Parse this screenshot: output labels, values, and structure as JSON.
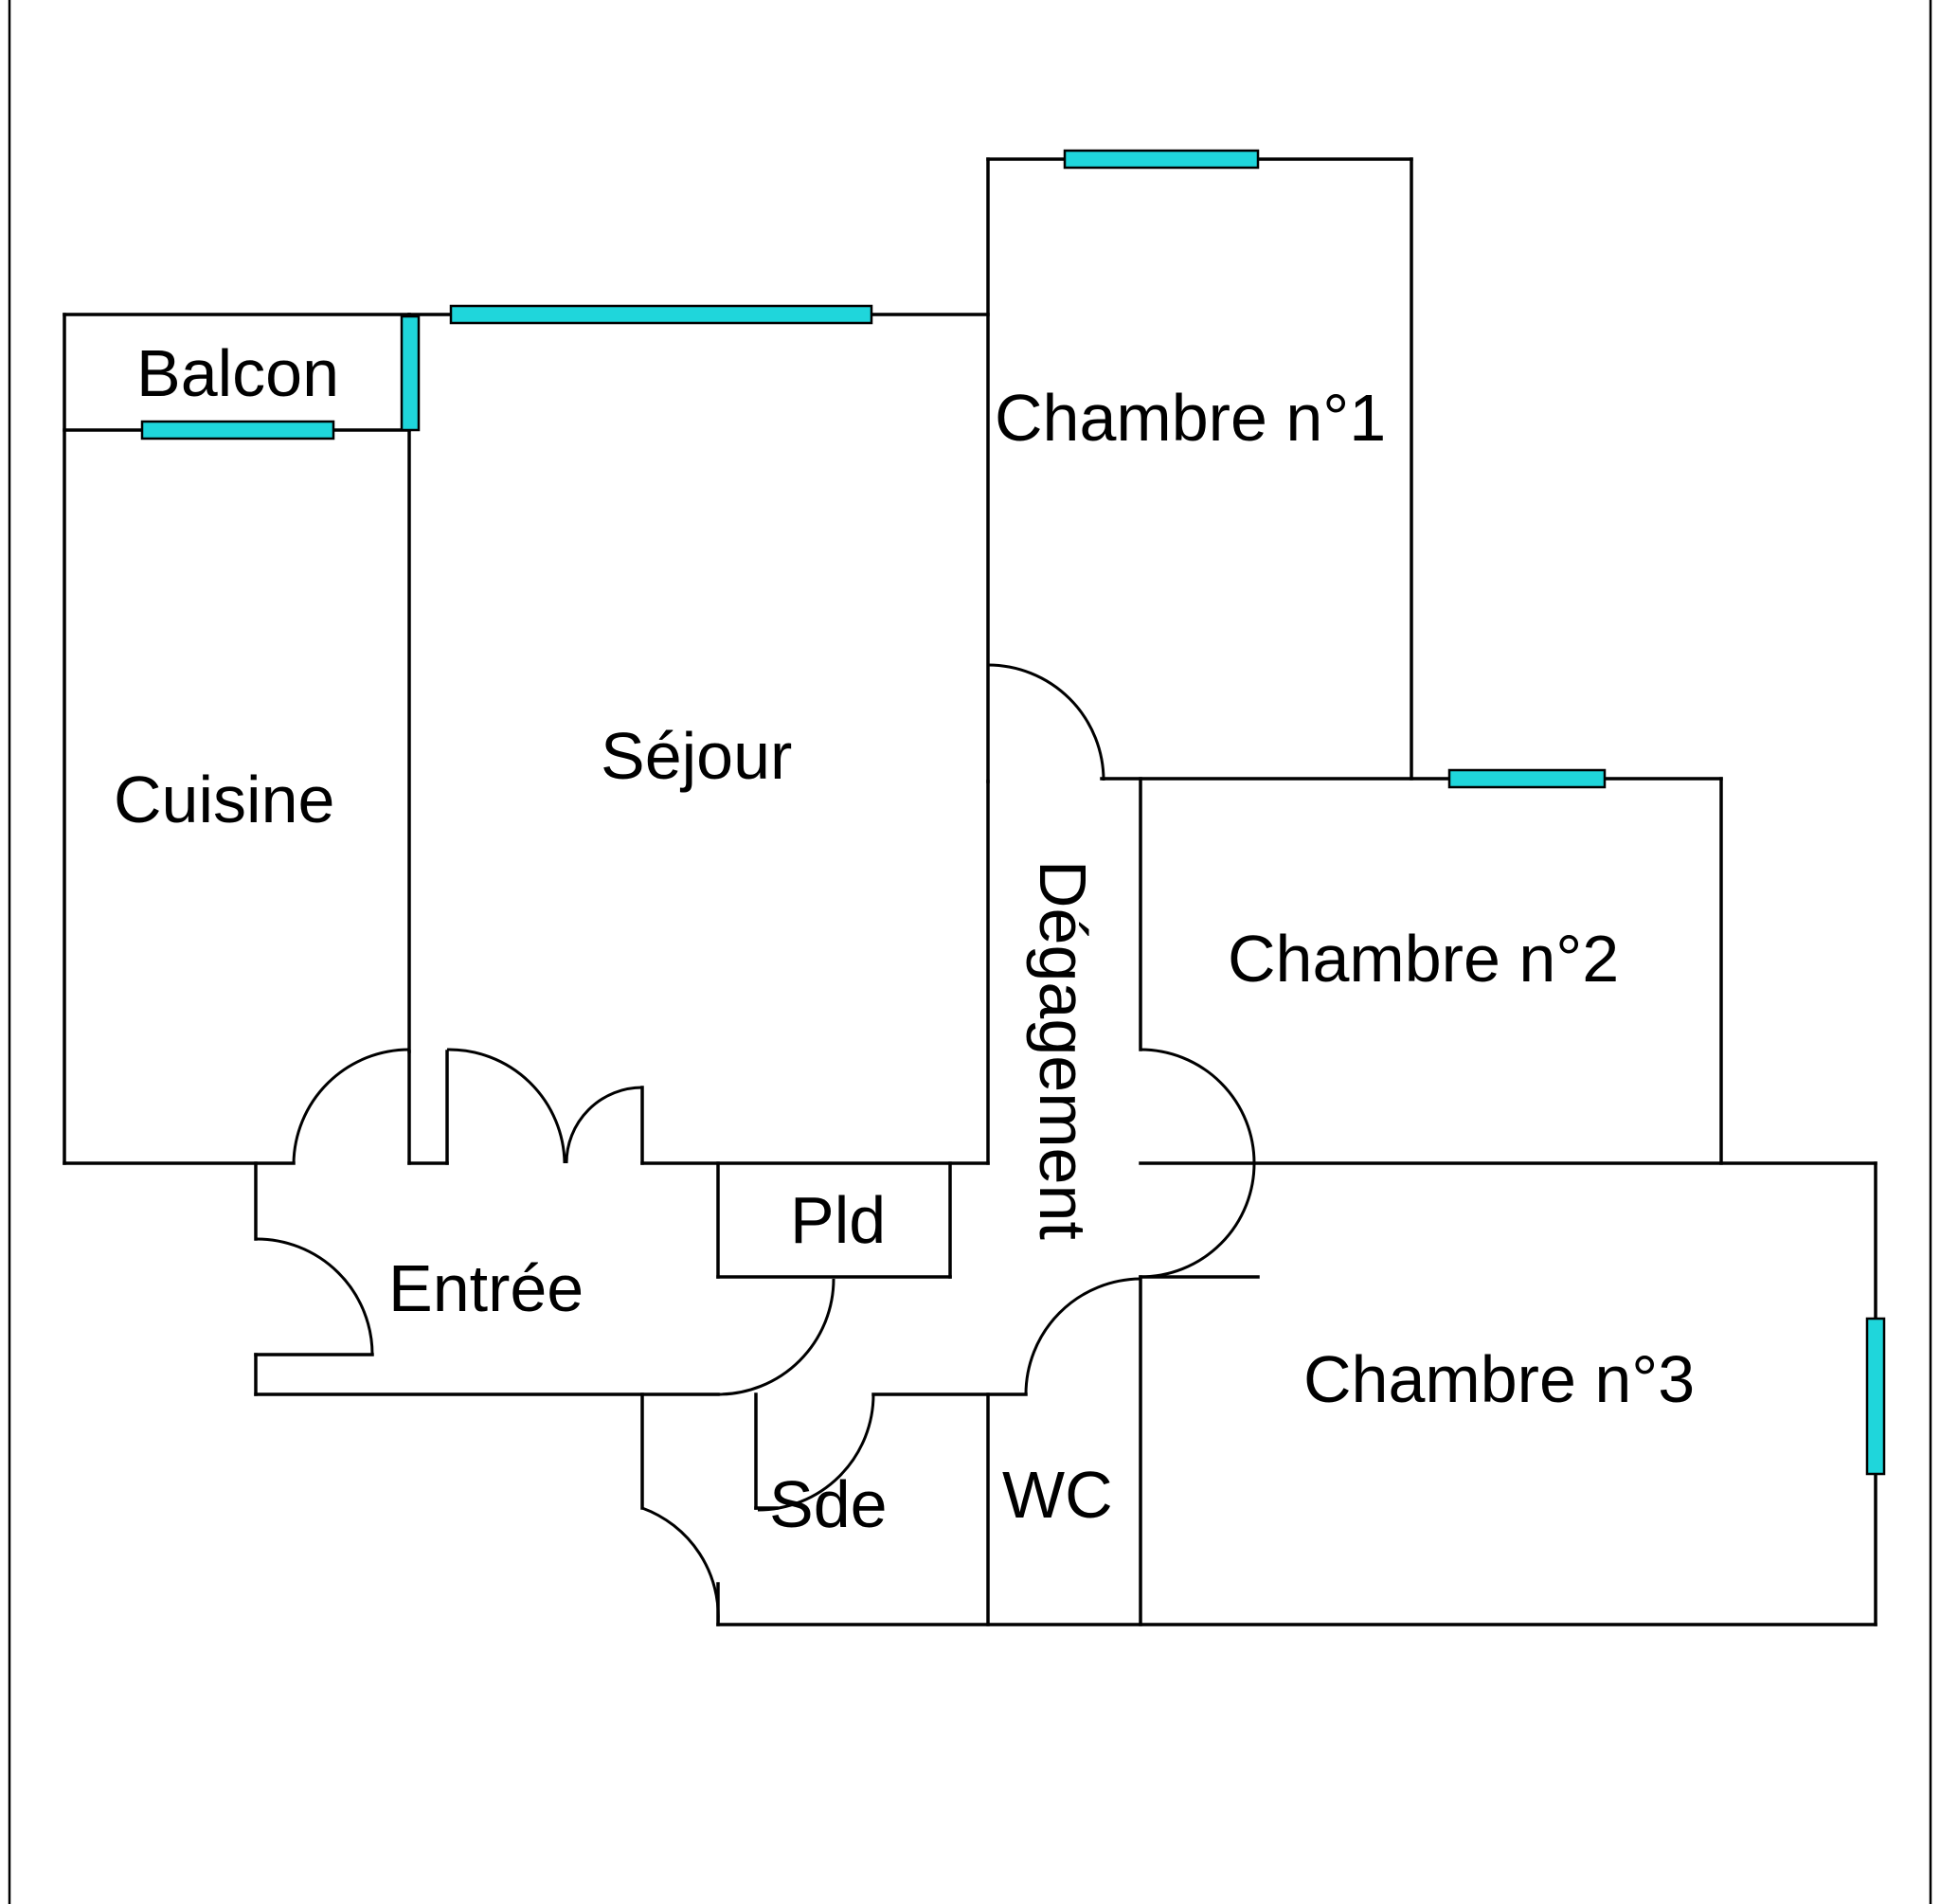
{
  "colors": {
    "window": "#1FD6DB",
    "wall": "#000000",
    "background": "#FFFFFF"
  },
  "rooms": {
    "balcon": "Balcon",
    "cuisine": "Cuisine",
    "sejour": "Séjour",
    "chambre1": "Chambre n°1",
    "chambre2": "Chambre n°2",
    "chambre3": "Chambre n°3",
    "degagement": "Dégagement",
    "entree": "Entrée",
    "pld": "Pld",
    "sde": "Sde",
    "wc": "WC"
  }
}
